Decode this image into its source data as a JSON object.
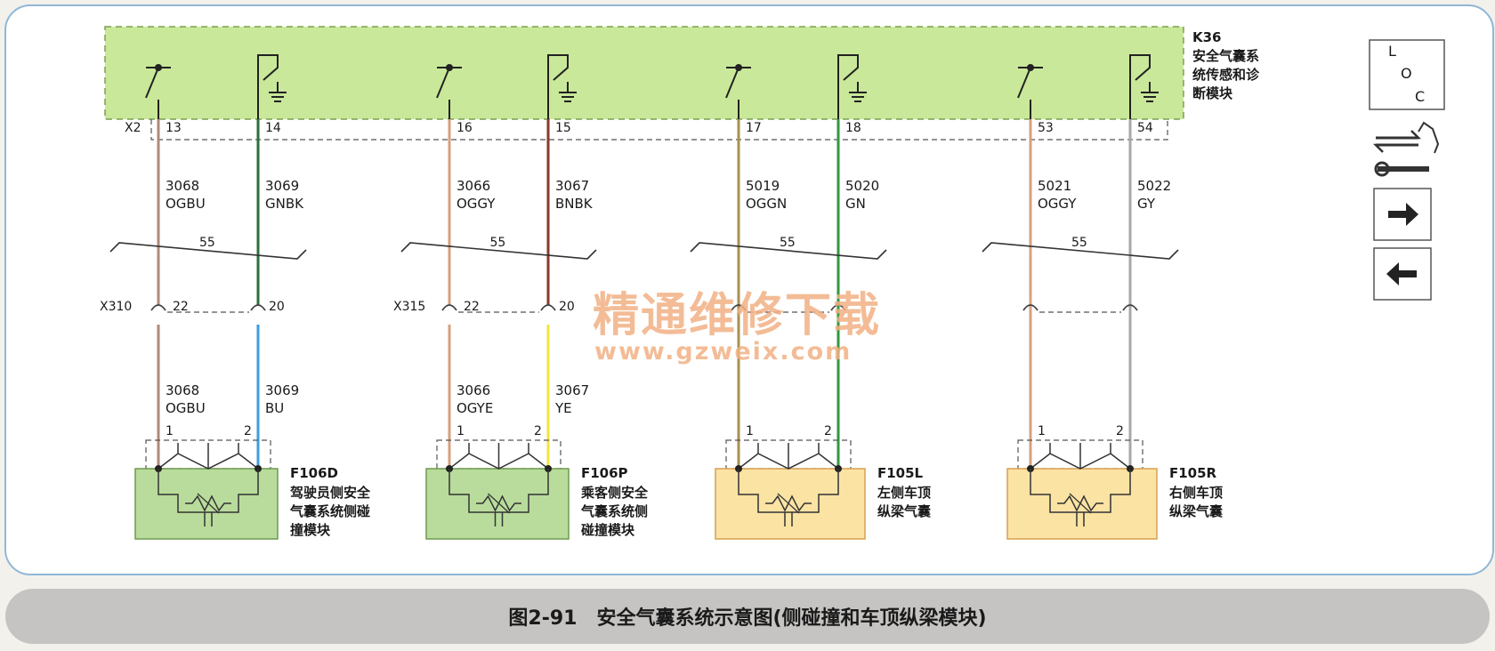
{
  "module": {
    "id": "K36",
    "name_lines": [
      "安全气囊系",
      "统传感和诊",
      "断模块"
    ]
  },
  "connectors": {
    "top": "X2",
    "left_mid": "X310",
    "right_mid": "X315",
    "splice": "55"
  },
  "circuits": [
    {
      "pins_top": [
        "13",
        "14"
      ],
      "upper_codes": [
        [
          "3068",
          "OGBU"
        ],
        [
          "3069",
          "GNBK"
        ]
      ],
      "mid_pins": [
        "22",
        "20"
      ],
      "lower_codes": [
        [
          "3068",
          "OGBU"
        ],
        [
          "3069",
          "BU"
        ]
      ],
      "end_pins": [
        "1",
        "2"
      ],
      "device_id": "F106D",
      "device_lines": [
        "驾驶员侧安全",
        "气囊系统侧碰",
        "撞模块"
      ],
      "wire_colors": {
        "w1_top": "#b08878",
        "w2_top": "#2f6f3c",
        "w1_bottom": "#b08878",
        "w2_bottom": "#3a9ee0"
      },
      "device_fill": "#b9dc9c"
    },
    {
      "pins_top": [
        "16",
        "15"
      ],
      "upper_codes": [
        [
          "3066",
          "OGGY"
        ],
        [
          "3067",
          "BNBK"
        ]
      ],
      "mid_pins": [
        "22",
        "20"
      ],
      "lower_codes": [
        [
          "3066",
          "OGYE"
        ],
        [
          "3067",
          "YE"
        ]
      ],
      "end_pins": [
        "1",
        "2"
      ],
      "device_id": "F106P",
      "device_lines": [
        "乘客侧安全",
        "气囊系统侧",
        "碰撞模块"
      ],
      "wire_colors": {
        "w1_top": "#d6a080",
        "w2_top": "#8a3a2a",
        "w1_bottom": "#d6a080",
        "w2_bottom": "#f3e63a"
      },
      "device_fill": "#b9dc9c"
    },
    {
      "pins_top": [
        "17",
        "18"
      ],
      "upper_codes": [
        [
          "5019",
          "OGGN"
        ],
        [
          "5020",
          "GN"
        ]
      ],
      "mid_pins": [
        "",
        ""
      ],
      "lower_codes": [
        [
          "",
          ""
        ],
        [
          "",
          ""
        ]
      ],
      "end_pins": [
        "1",
        "2"
      ],
      "device_id": "F105L",
      "device_lines": [
        "左侧车顶",
        "纵梁气囊"
      ],
      "wire_colors": {
        "w1_top": "#a89050",
        "w2_top": "#2e9a3e",
        "w1_bottom": "#a89050",
        "w2_bottom": "#2e9a3e"
      },
      "device_fill": "#fbe3a4"
    },
    {
      "pins_top": [
        "53",
        "54"
      ],
      "upper_codes": [
        [
          "5021",
          "OGGY"
        ],
        [
          "5022",
          "GY"
        ]
      ],
      "mid_pins": [
        "",
        ""
      ],
      "lower_codes": [
        [
          "",
          ""
        ],
        [
          "",
          ""
        ]
      ],
      "end_pins": [
        "1",
        "2"
      ],
      "device_id": "F105R",
      "device_lines": [
        "右侧车顶",
        "纵梁气囊"
      ],
      "wire_colors": {
        "w1_top": "#d6a080",
        "w2_top": "#a8a8a8",
        "w1_bottom": "#d6a080",
        "w2_bottom": "#a8a8a8"
      },
      "device_fill": "#fbe3a4"
    }
  ],
  "legend": {
    "loc_letters": [
      "L",
      "O",
      "C"
    ],
    "arrow_right": "right-arrow-icon",
    "arrow_left": "left-arrow-icon",
    "tool_icon": "wrench-harness-icon"
  },
  "watermark": {
    "title": "精通维修下载",
    "url": "www.gzweix.com"
  },
  "caption": "图2-91　安全气囊系统示意图(侧碰撞和车顶纵梁模块)",
  "colors": {
    "frame": "#8fb7d6",
    "module_fill": "#c9e89a",
    "caption_bar": "#c6c4c2"
  }
}
